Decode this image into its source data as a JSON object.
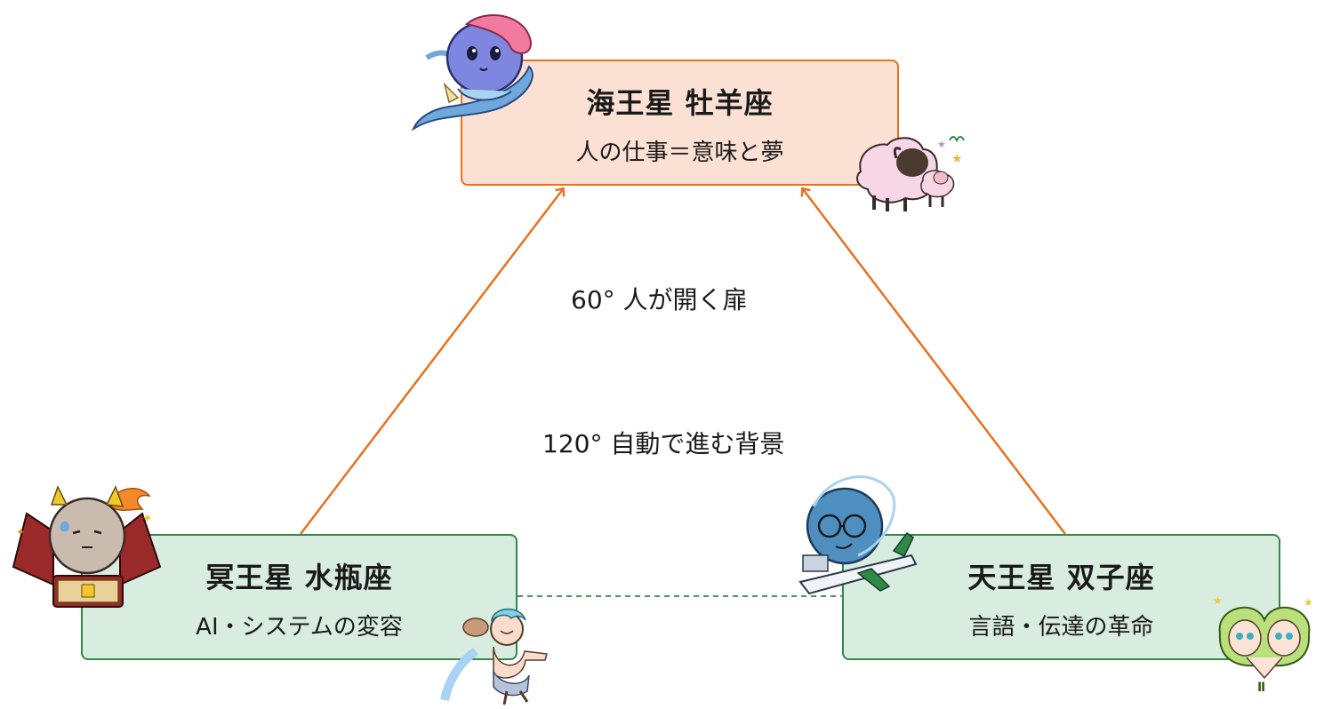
{
  "nodes": {
    "neptune": {
      "title": "海王星 牡羊座",
      "subtitle": "人の仕事＝意味と夢"
    },
    "pluto": {
      "title": "冥王星 水瓶座",
      "subtitle": "AI・システムの変容"
    },
    "uranus": {
      "title": "天王星 双子座",
      "subtitle": "言語・伝達の革命"
    }
  },
  "aspects": {
    "sextile": "60°  人が開く扉",
    "trine": "120°  自動で進む背景"
  },
  "colors": {
    "orange": "#e8711f",
    "green": "#2f8a4a",
    "peach_fill": "#fbe1d4",
    "mint_fill": "#d8ece0"
  },
  "icons": [
    "neptune-mascot-icon",
    "ram-sheep-icon",
    "pluto-devil-mascot-icon",
    "aquarius-water-bearer-icon",
    "uranus-glasses-mascot-icon",
    "gemini-twins-icon"
  ]
}
